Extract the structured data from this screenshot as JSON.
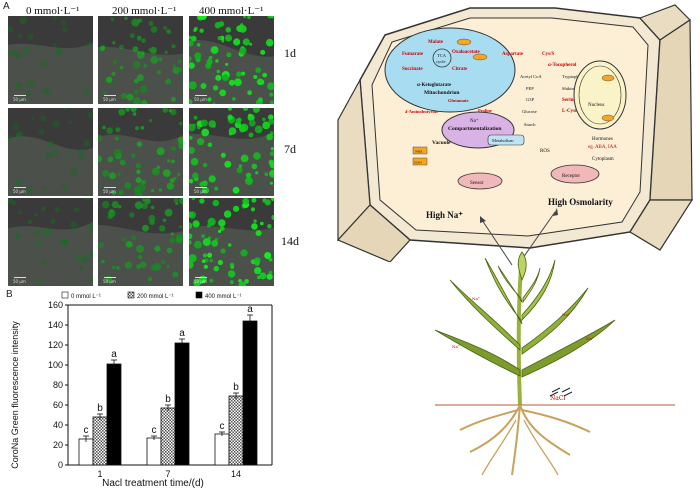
{
  "panel_a": {
    "letter": "A",
    "columns": [
      "0 mmol·L⁻¹",
      "200 mmol·L⁻¹",
      "400 mmol·L⁻¹"
    ],
    "rows": [
      "1d",
      "7d",
      "14d"
    ],
    "scale_label": "50 μm",
    "intensity": [
      [
        0.15,
        0.55,
        0.95
      ],
      [
        0.15,
        0.6,
        0.9
      ],
      [
        0.2,
        0.55,
        0.95
      ]
    ]
  },
  "panel_b": {
    "letter": "B",
    "chart_data": {
      "type": "bar",
      "categories": [
        "1",
        "7",
        "14"
      ],
      "series": [
        {
          "name": "0 mmol L⁻¹",
          "values": [
            26,
            27,
            31
          ],
          "errors": [
            3,
            2,
            2
          ],
          "letters": [
            "c",
            "c",
            "c"
          ],
          "fill": "#ffffff"
        },
        {
          "name": "200 mmol L⁻¹",
          "values": [
            48,
            57,
            69
          ],
          "errors": [
            3,
            3,
            3
          ],
          "letters": [
            "b",
            "b",
            "b"
          ],
          "fill": "pattern"
        },
        {
          "name": "400 mmol L⁻¹",
          "values": [
            101,
            122,
            144
          ],
          "errors": [
            4,
            4,
            6
          ],
          "letters": [
            "a",
            "a",
            "a"
          ],
          "fill": "#000000"
        }
      ],
      "xlabel": "Nacl treatment time/(d)",
      "ylabel": "CoroNa Green fluorescence intensity",
      "ylim": [
        0,
        160
      ],
      "yticks": [
        "0",
        "20",
        "40",
        "60",
        "80",
        "100",
        "120",
        "140",
        "160"
      ]
    }
  },
  "cell": {
    "labels": {
      "malate": "Malate",
      "fumarate": "Fumarate",
      "succinate": "Succinate",
      "tca": "TCA",
      "cycle": "cycle",
      "citrate": "Citrate",
      "oxaloacetate": "Oxaloacetate",
      "akg": "α-Ketoglutarate",
      "mito": "Mitochondrion",
      "aspartate": "Aspartate",
      "cyss": "Cys/S",
      "alpha_toco": "α-Tocopherol",
      "acetyl": "Acetyl CoA",
      "pep": "PEP",
      "g3p": "G3P",
      "glucose": "Glucose",
      "starch": "Starch",
      "tryptophan": "Tryptophan",
      "shikimate": "Shikimate",
      "serine": "Serine",
      "lcys": "L-Cysteine",
      "glutamate": "Glutamate",
      "aba_prefix": "4-Aminobutyrate",
      "proline": "Proline",
      "na": "Na⁺",
      "compart": "Compartmentalization",
      "vacuole": "Vacuole",
      "metabolism": "Metabolism",
      "ros": "ROS",
      "hormones": "Hormones",
      "eg": "eg. ABA, IAA",
      "cytoplasm": "Cytoplasm",
      "nucleus": "Nucleus",
      "sensor": "Sensor",
      "receptor": "Receptor",
      "nhx": "NHX",
      "sos1": "SOS1",
      "high_na": "High Na⁺",
      "high_osm": "High Osmolarity"
    }
  },
  "plant": {
    "nacl": "NaCl",
    "na_leaf": "Na⁺"
  }
}
